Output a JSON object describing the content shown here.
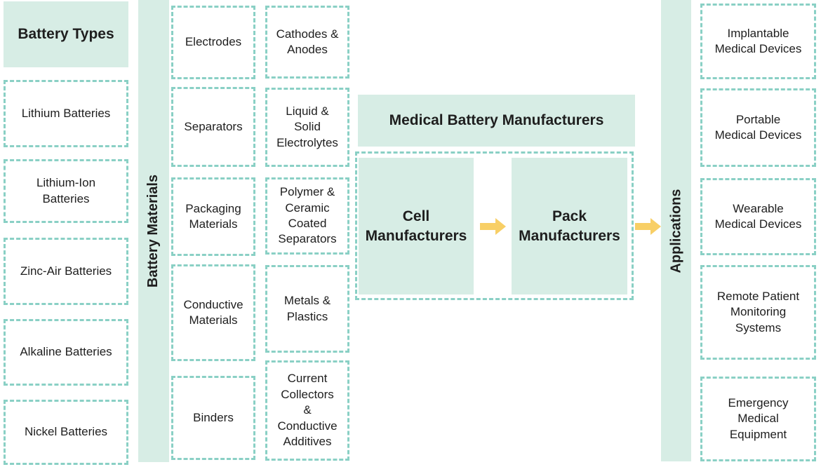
{
  "colors": {
    "fill": "#d7ede5",
    "border": "#8ad0c5",
    "arrow": "#f8cf66",
    "text": "#1e1e1e"
  },
  "left": {
    "header": "Battery Types",
    "items": [
      "Lithium Batteries",
      "Lithium-Ion\nBatteries",
      "Zinc-Air Batteries",
      "Alkaline Batteries",
      "Nickel Batteries"
    ]
  },
  "materials": {
    "strip_label": "Battery Materials",
    "col1": [
      "Electrodes",
      "Separators",
      "Packaging\nMaterials",
      "Conductive\nMaterials",
      "Binders"
    ],
    "col2": [
      "Cathodes &\nAnodes",
      "Liquid &\nSolid\nElectrolytes",
      "Polymer &\nCeramic\nCoated\nSeparators",
      "Metals &\nPlastics",
      "Current\nCollectors &\nConductive\nAdditives"
    ]
  },
  "center": {
    "header": "Medical Battery Manufacturers",
    "cell": "Cell\nManufacturers",
    "pack": "Pack\nManufacturers"
  },
  "applications": {
    "strip_label": "Applications",
    "items": [
      "Implantable\nMedical Devices",
      "Portable\nMedical Devices",
      "Wearable\nMedical Devices",
      "Remote Patient\nMonitoring\nSystems",
      "Emergency\nMedical\nEquipment"
    ]
  }
}
